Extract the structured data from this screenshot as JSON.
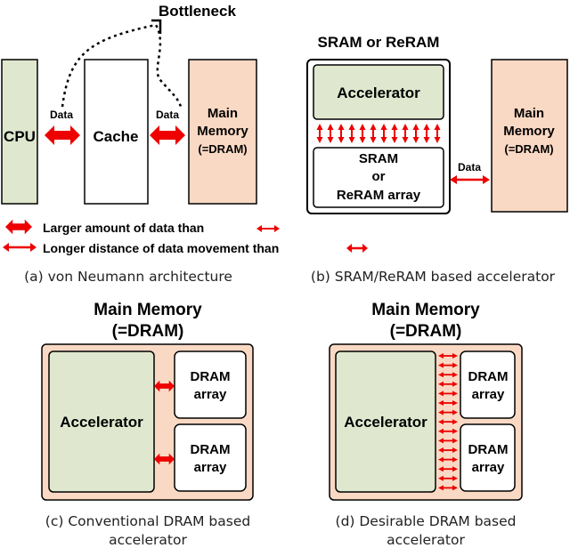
{
  "colors": {
    "cpu_fill": "#dfe8cf",
    "accelerator_fill": "#dfe8cf",
    "memory_fill": "#fad9c4",
    "arrow": "#ee0000",
    "box_stroke": "#000000"
  },
  "panel_a": {
    "bottleneck": "Bottleneck",
    "cpu": "CPU",
    "cache": "Cache",
    "main_memory_line1": "Main",
    "main_memory_line2": "Memory",
    "main_memory_line3": "(=DRAM)",
    "data_label_left": "Data",
    "data_label_right": "Data",
    "caption": "(a) von Neumann architecture"
  },
  "panel_b": {
    "title": "SRAM or ReRAM",
    "accelerator": "Accelerator",
    "array_line1": "SRAM",
    "array_line2": "or",
    "array_line3": "ReRAM array",
    "main_memory_line1": "Main",
    "main_memory_line2": "Memory",
    "main_memory_line3": "(=DRAM)",
    "data_label": "Data",
    "caption": "(b) SRAM/ReRAM based accelerator"
  },
  "legend": {
    "thick_text": "Larger amount of data than",
    "long_text": "Longer distance of data movement than"
  },
  "panel_c": {
    "title_line1": "Main Memory",
    "title_line2": "(=DRAM)",
    "accelerator": "Accelerator",
    "dram1_line1": "DRAM",
    "dram1_line2": "array",
    "dram2_line1": "DRAM",
    "dram2_line2": "array",
    "caption_line1": "(c) Conventional DRAM based",
    "caption_line2": "accelerator"
  },
  "panel_d": {
    "title_line1": "Main Memory",
    "title_line2": "(=DRAM)",
    "accelerator": "Accelerator",
    "dram1_line1": "DRAM",
    "dram1_line2": "array",
    "dram2_line1": "DRAM",
    "dram2_line2": "array",
    "caption_line1": "(d) Desirable DRAM based",
    "caption_line2": "accelerator"
  }
}
